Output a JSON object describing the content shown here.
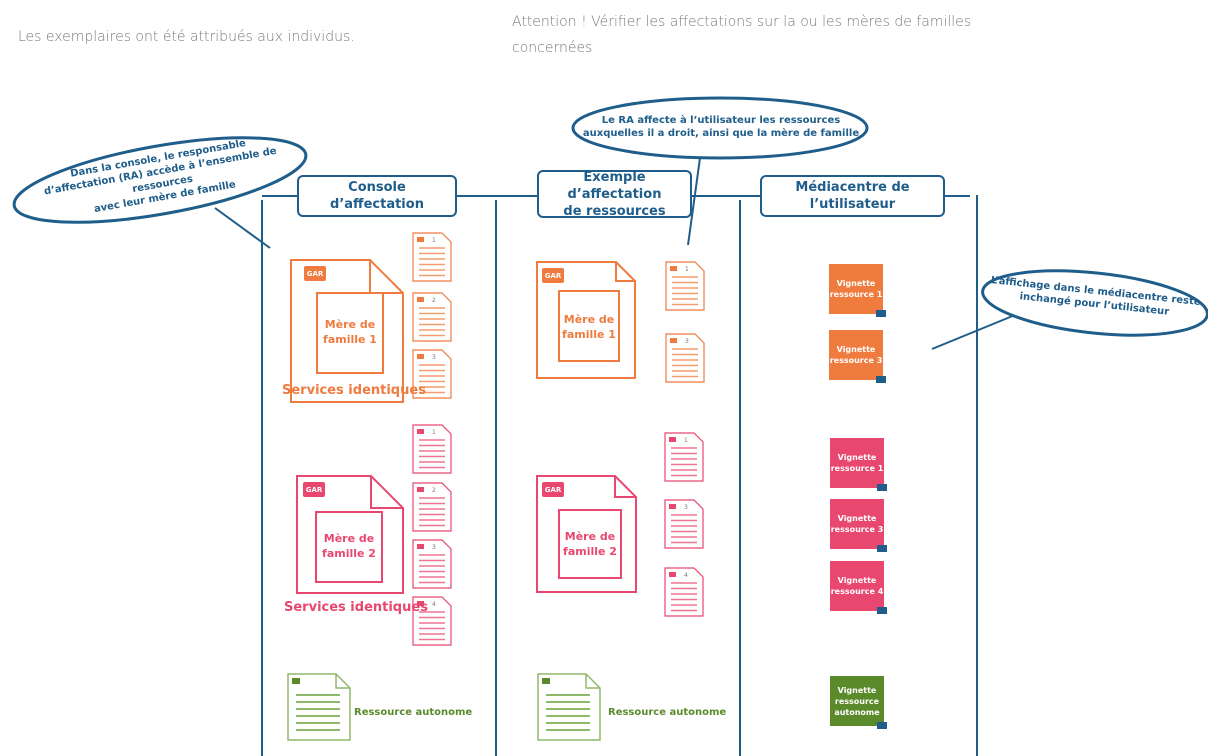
{
  "intro": {
    "left": "Les exemplaires ont été attribués aux individus.",
    "right": "Attention ! Vérifier les affectations sur la ou les mères de familles concernées"
  },
  "headers": {
    "console": "Console d’affectation",
    "exemple_line1": "Exemple d’affectation",
    "exemple_line2": "de ressources",
    "mediacentre": "Médiacentre de l’utilisateur"
  },
  "bubbles": {
    "left_line1": "Dans la console, le responsable",
    "left_line2": "d’affectation (RA) accède à l’ensemble de ressources",
    "left_line3": "avec leur mère de famille",
    "top_line1": "Le RA affecte à l’utilisateur les ressources",
    "top_line2": "auxquelles il a droit, ainsi que la mère de famille",
    "right_line1": "L’affichage dans le médiacentre reste",
    "right_line2": "inchangé pour l’utilisateur"
  },
  "mere1": {
    "line1": "Mère de",
    "line2": "famille 1"
  },
  "mere2": {
    "line1": "Mère de",
    "line2": "famille 2"
  },
  "gar_label": "GAR",
  "services_identiques": "Services identiques",
  "ressource_autonome": "Ressource autonome",
  "doc_numbers": {
    "c1": [
      "1",
      "2",
      "3"
    ],
    "c2": [
      "1",
      "2",
      "3",
      "4"
    ],
    "e1": [
      "1",
      "3"
    ],
    "e2": [
      "1",
      "3",
      "4"
    ]
  },
  "tiles": {
    "t1": {
      "line1": "Vignette",
      "line2": "ressource 1"
    },
    "t2": {
      "line1": "Vignette",
      "line2": "ressource 3"
    },
    "t3": {
      "line1": "Vignette",
      "line2": "ressource 1"
    },
    "t4": {
      "line1": "Vignette",
      "line2": "ressource 3"
    },
    "t5": {
      "line1": "Vignette",
      "line2": "ressource 4"
    },
    "t6": {
      "line1": "Vignette",
      "line2": "ressource",
      "line3": "autonome"
    }
  },
  "colors": {
    "blue": "#1f5d8a",
    "orange": "#ef7b3f",
    "pink": "#e8476f",
    "green": "#5b8a2b"
  }
}
